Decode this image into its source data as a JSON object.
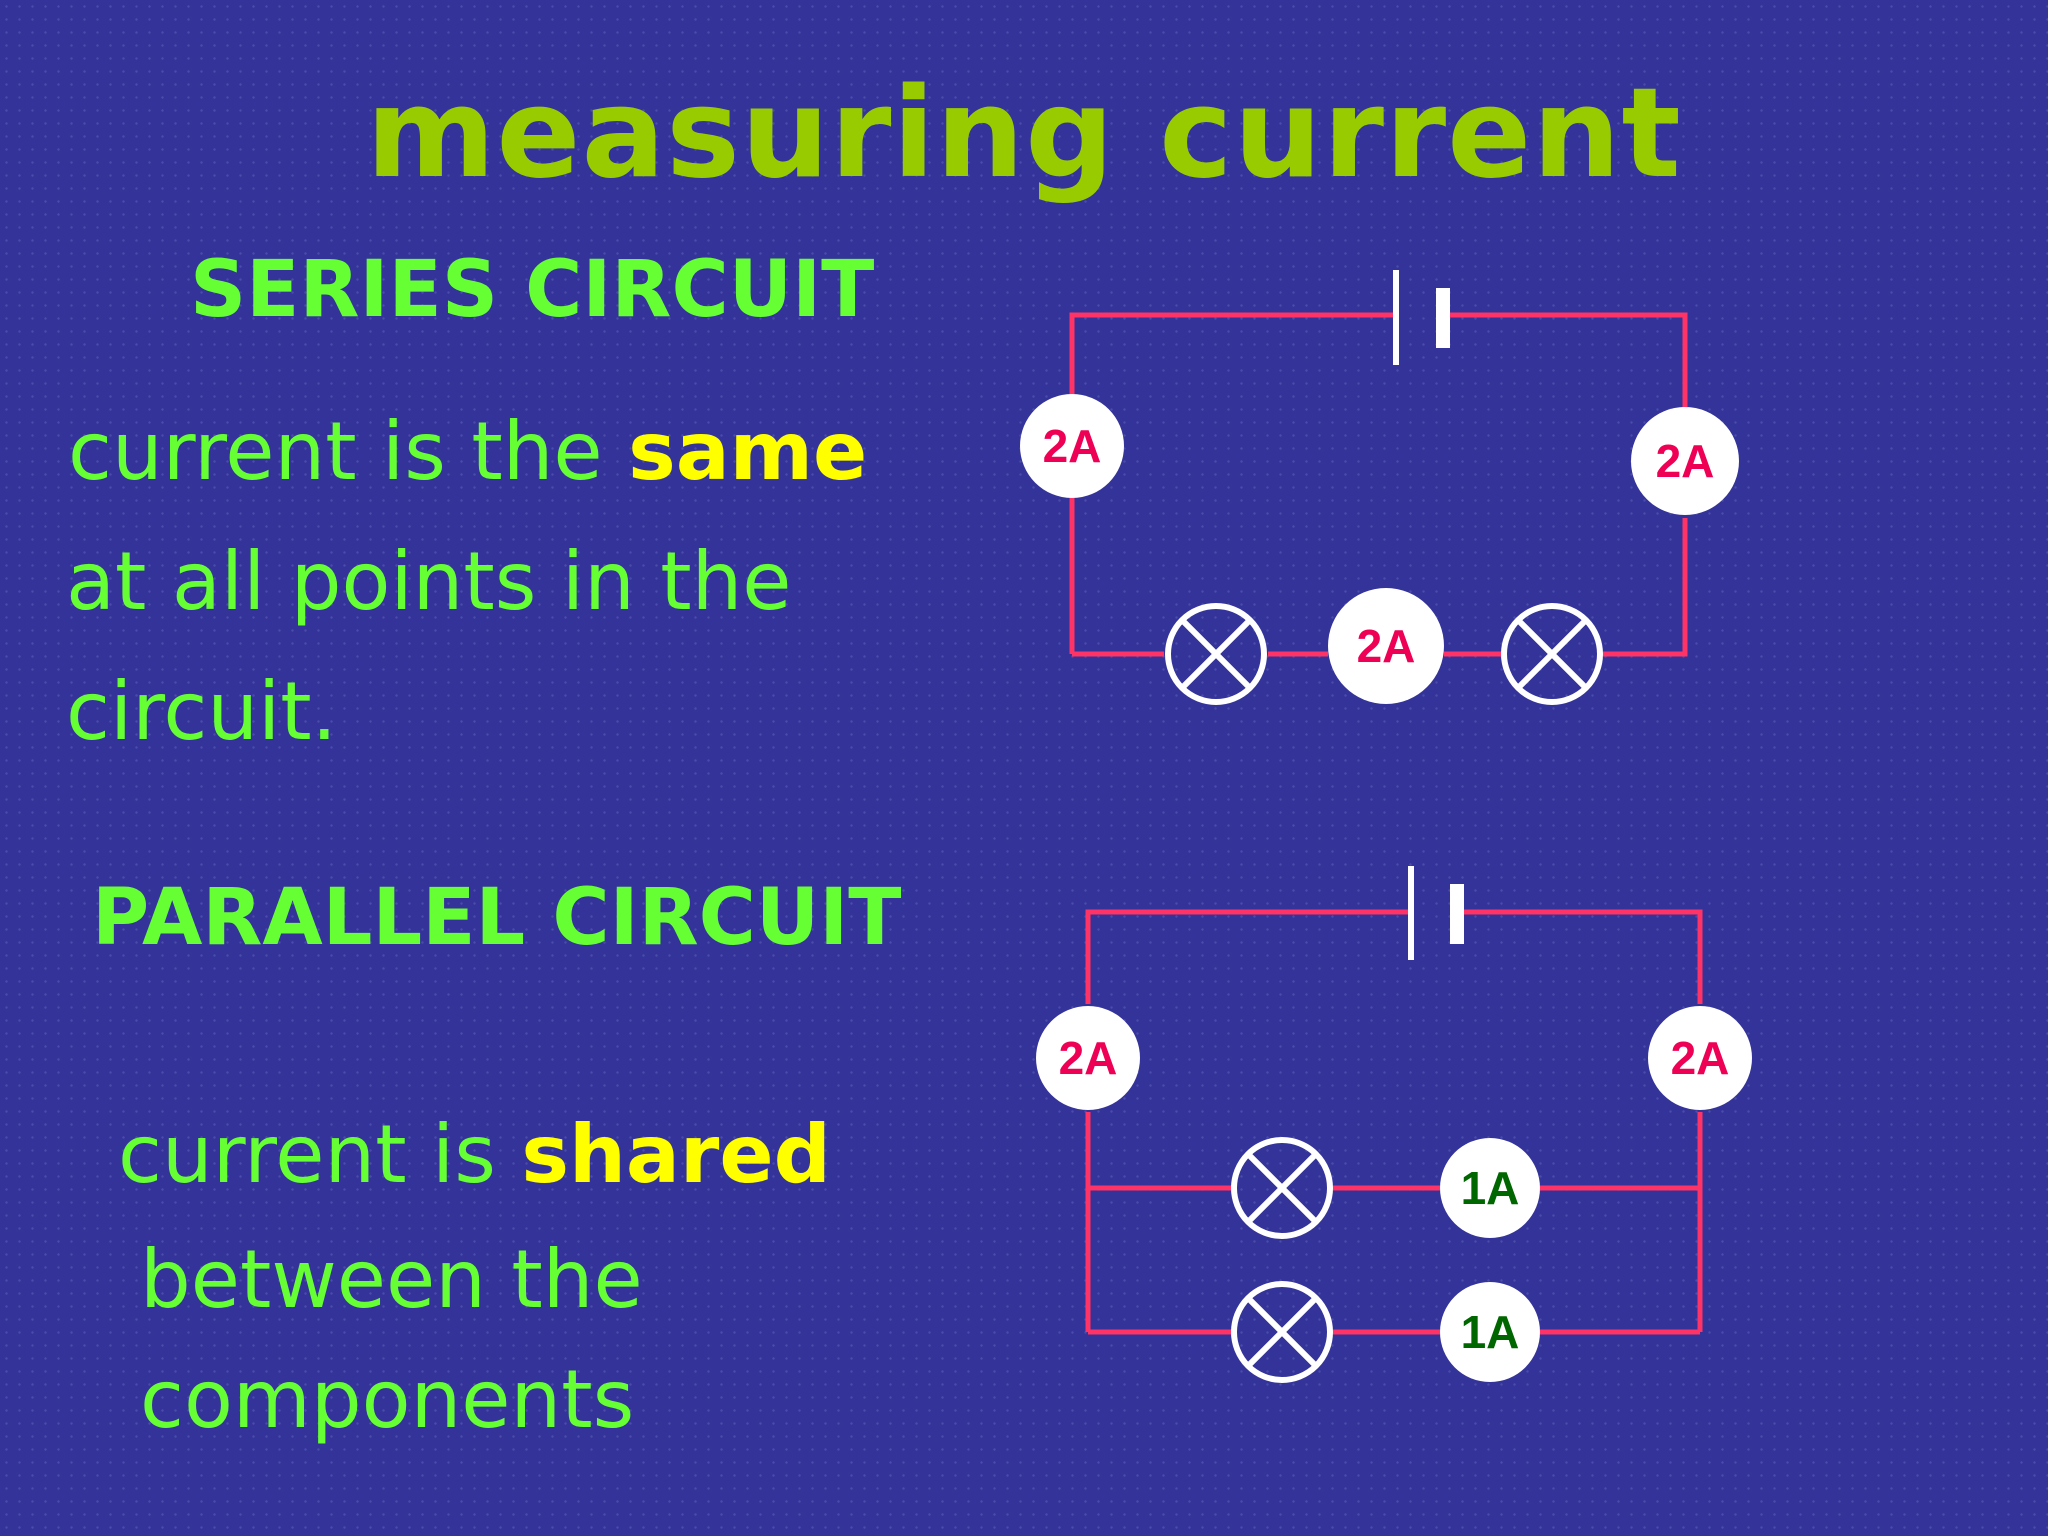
{
  "title": "measuring current",
  "series": {
    "heading": "SERIES CIRCUIT",
    "line1_pre": "current is the ",
    "line1_highlight": "same",
    "line2": "at all points in the",
    "line3": "circuit.",
    "meters": [
      "2A",
      "2A",
      "2A"
    ]
  },
  "parallel": {
    "heading": "PARALLEL CIRCUIT",
    "line1_pre": "current is ",
    "line1_highlight": "shared",
    "line2": "between the",
    "line3": "components",
    "meters": [
      "2A",
      "2A",
      "1A",
      "1A"
    ]
  },
  "colors": {
    "background": "#333399",
    "wire": "#ff3366",
    "title": "#99cc00",
    "text": "#66ff33",
    "highlight": "#ffff00",
    "meter_red_text": "#ee0055",
    "meter_green_text": "#006600",
    "meter_fill": "#ffffff"
  }
}
